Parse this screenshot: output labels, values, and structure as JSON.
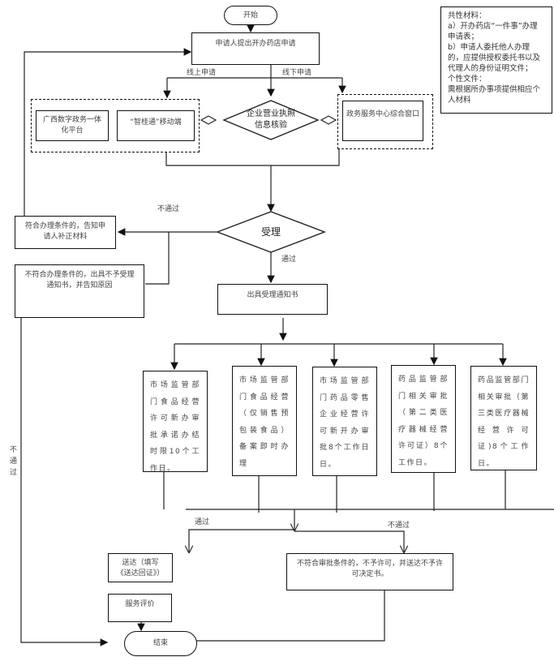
{
  "start": "开始",
  "apply": "申请人提出开办药店申请",
  "online_label": "线上申请",
  "offline_label": "线下申请",
  "online_platforms": [
    "广西数字政务一体化平台",
    "“智桂通”移动端"
  ],
  "verify": "企业营业执照信息核验",
  "offline_window": "政务服务中心综合窗口",
  "materials": {
    "title": "共性材料：",
    "items": [
      "a）开办药店“一件事”办理申请表；",
      "b）申请人委托他人办理的，应提供授权委托书以及代理人的身份证明文件；"
    ],
    "personal_title": "个性文件：",
    "personal_text": "需根据所办事项提供相应个人材料"
  },
  "accept": "受理",
  "fail_label": "不通过",
  "pass_label": "通过",
  "supplement": "符合办理条件的，告知申请人补正材料",
  "reject_accept": "不符合办理条件的，出具不予受理通知书，并告知原因",
  "accept_notice": "出具受理通知书",
  "approvals": [
    "市场监管部门食品经营许可新办审批承诺办结时限10个工作日。",
    "市场监管部门食品经营（仅销售预包装食品）备案即时办理",
    "市场监管部门药品零售企业经营许可新开办审批8个工作日日。",
    "药品监管部门相关审批（第二类医疗器械经营许可证）8个工作日。",
    "药品监管部门相关审批（第三类医疗器械经营许可证)8个工作日。"
  ],
  "pass_label2": "通过",
  "fail_label2": "不通过",
  "deliver": "送达（填写《送达回证》）",
  "reject_permit": "不符合审批条件的，不予许可，并送达不予许可决定书。",
  "evaluate": "服务评价",
  "end": "结束",
  "left_fail_label": "不通过"
}
